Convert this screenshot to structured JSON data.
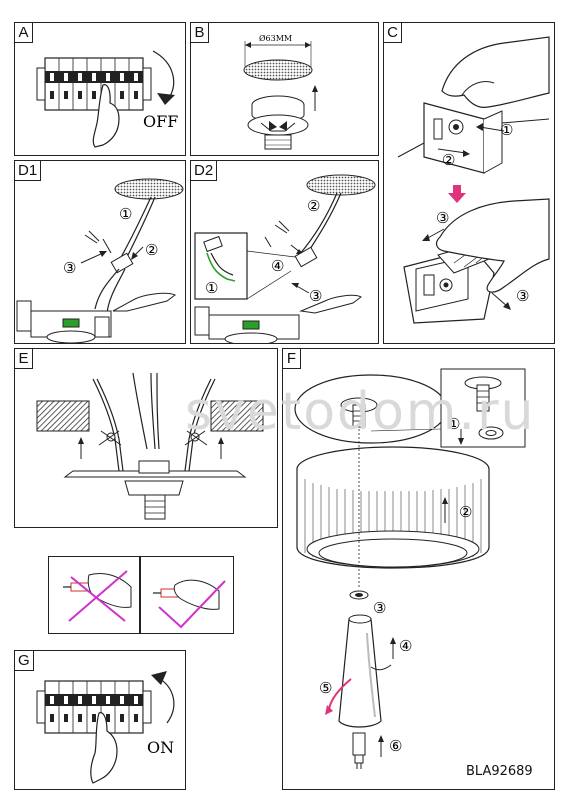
{
  "panels": {
    "a": "A",
    "b": "B",
    "c": "C",
    "d1": "D1",
    "d2": "D2",
    "e": "E",
    "f": "F",
    "g": "G"
  },
  "labels": {
    "off": "OFF",
    "on": "ON",
    "diameter": "Ø63MM"
  },
  "steps": {
    "s1": "①",
    "s2": "②",
    "s3": "③",
    "s4": "④",
    "s5": "⑤",
    "s6": "⑥"
  },
  "watermark": "svetodom.ru",
  "model_code": "BLA92689",
  "colors": {
    "forbidden": "#cc33cc",
    "accent_arrow": "#e0337a",
    "wire_green": "#2aa02a",
    "wire_red": "#d23030",
    "hatch": "#333333"
  }
}
